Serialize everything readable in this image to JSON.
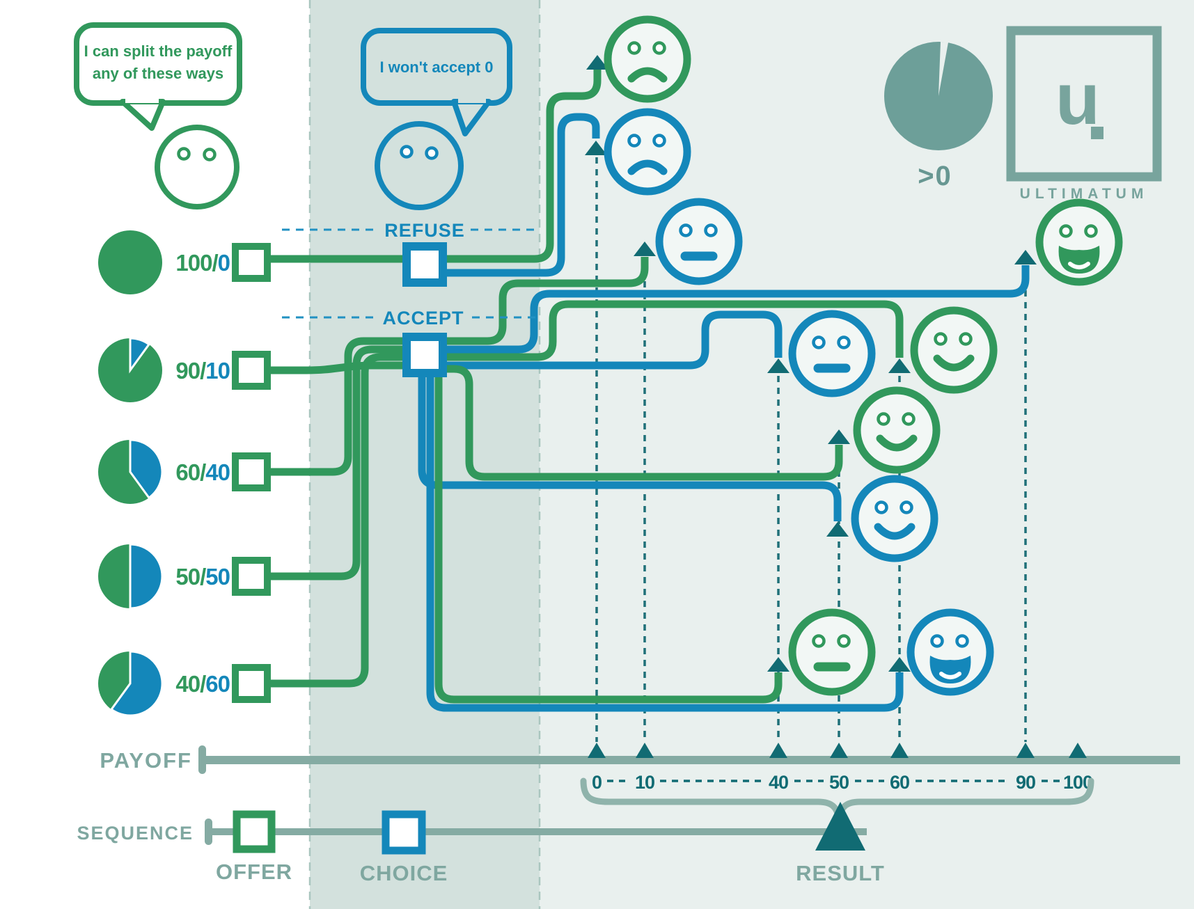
{
  "bubbles": {
    "proposer": {
      "line1": "I can split the payoff",
      "line2": "any of these ways"
    },
    "responder": {
      "text": "I won't accept 0"
    }
  },
  "choice": {
    "refuse_label": "REFUSE",
    "accept_label": "ACCEPT"
  },
  "offers": [
    {
      "label": "100/0",
      "proposer": 100,
      "responder": 0
    },
    {
      "label": "90/10",
      "proposer": 90,
      "responder": 10
    },
    {
      "label": "60/40",
      "proposer": 60,
      "responder": 40
    },
    {
      "label": "50/50",
      "proposer": 50,
      "responder": 50
    },
    {
      "label": "40/60",
      "proposer": 40,
      "responder": 60
    }
  ],
  "faces": [
    {
      "payoff": 0,
      "player": "proposer",
      "color": "green",
      "mood": "sad"
    },
    {
      "payoff": 0,
      "player": "responder",
      "color": "blue",
      "mood": "sad"
    },
    {
      "payoff": 10,
      "player": "responder",
      "color": "blue",
      "mood": "neutral"
    },
    {
      "payoff": 40,
      "player": "responder",
      "color": "blue",
      "mood": "neutral"
    },
    {
      "payoff": 60,
      "player": "proposer",
      "color": "green",
      "mood": "smile"
    },
    {
      "payoff": 50,
      "player": "proposer",
      "color": "green",
      "mood": "smile"
    },
    {
      "payoff": 50,
      "player": "responder",
      "color": "blue",
      "mood": "smile"
    },
    {
      "payoff": 40,
      "player": "proposer",
      "color": "green",
      "mood": "neutral"
    },
    {
      "payoff": 60,
      "player": "responder",
      "color": "blue",
      "mood": "laugh"
    },
    {
      "payoff": 90,
      "player": "proposer",
      "color": "green",
      "mood": "laugh"
    }
  ],
  "axis": {
    "payoff_label": "PAYOFF",
    "sequence_label": "SEQUENCE",
    "offer_label": "OFFER",
    "choice_label": "CHOICE",
    "result_label": "RESULT",
    "ticks": [
      0,
      10,
      40,
      50,
      60,
      90,
      100
    ]
  },
  "legend": {
    "pie_caption": ">0",
    "brand": "ULTIMATUM",
    "brand_letter": "u"
  },
  "colors": {
    "green": "#31985c",
    "blue": "#1487ba",
    "dark_teal": "#116b73",
    "teal_dash": "#1f7078",
    "sage_label": "#7fa7a0",
    "sage_axis": "#85aba3",
    "sage_brace": "#8fb3ab",
    "sage_pie": "#6d9f99",
    "column_bg": "#d3e1dd",
    "right_bg": "#e9f0ee"
  }
}
